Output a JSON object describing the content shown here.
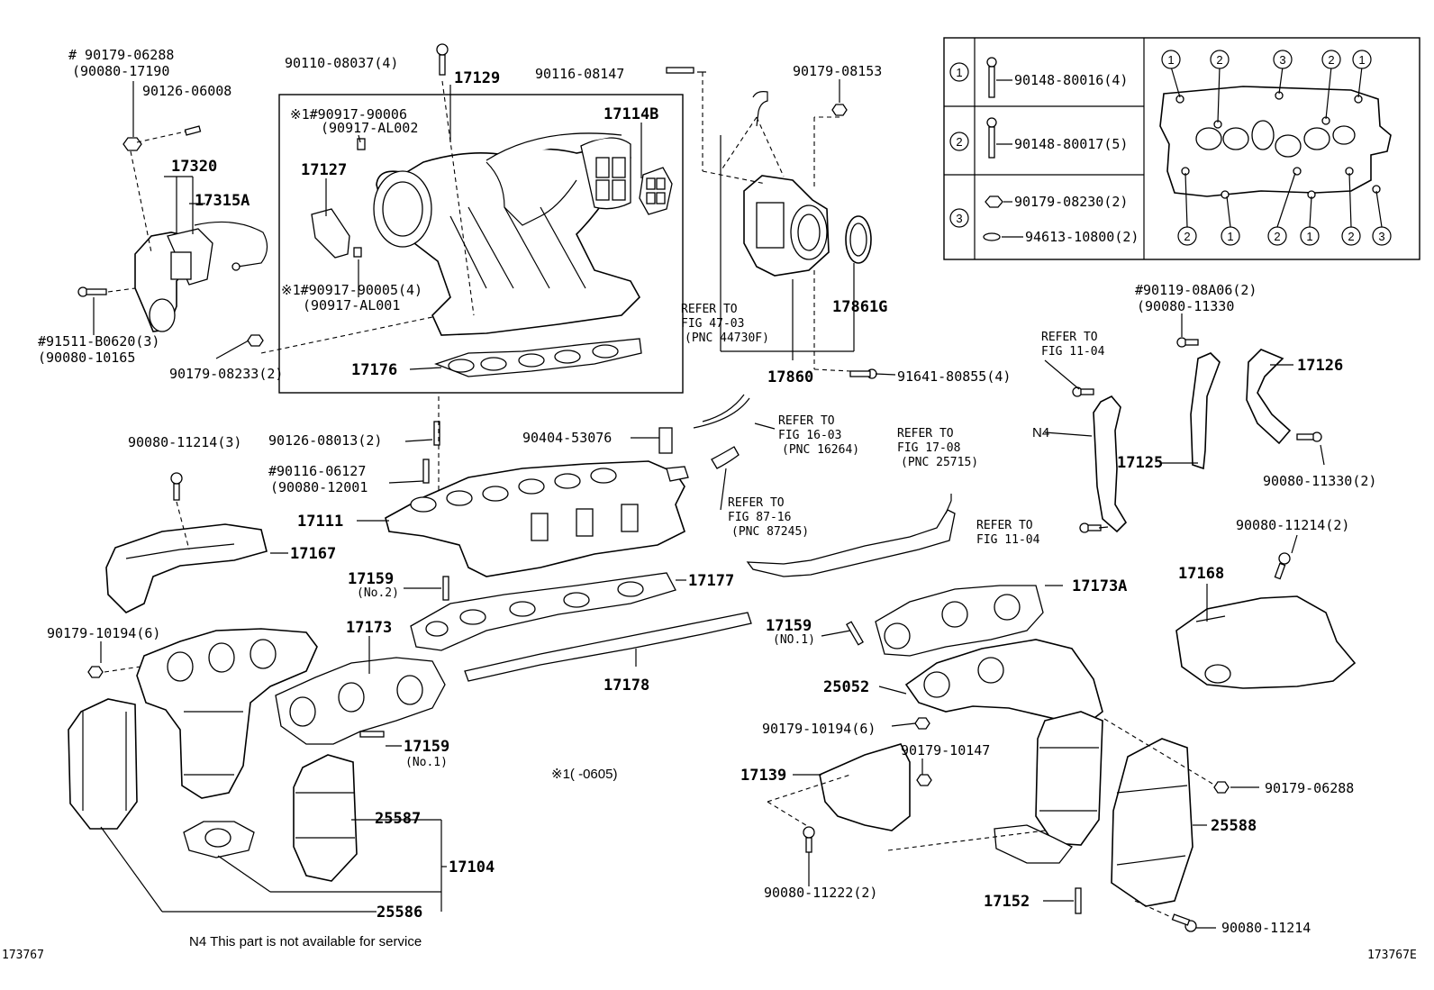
{
  "labels": {
    "p90179_06288_top": "# 90179-06288",
    "p90080_17190": "(90080-17190",
    "p90126_06008": "90126-06008",
    "p17320": "17320",
    "p17315A": "17315A",
    "p91511": "#91511-B0620(3)",
    "p90080_10165": "(90080-10165",
    "p90179_08233": "90179-08233(2)",
    "p90110": "90110-08037(4)",
    "p17129": "17129",
    "p90917_90006": "※1#90917-90006",
    "p90917_AL002": "(90917-AL002",
    "p17127": "17127",
    "p90917_90005": "※1#90917-90005(4)",
    "p90917_AL001": "(90917-AL001",
    "p17114B": "17114B",
    "p17176": "17176",
    "p90116_08147": "90116-08147",
    "p90179_08153": "90179-08153",
    "refer_47_a": "REFER TO",
    "refer_47_b": "FIG 47-03",
    "refer_47_c": "(PNC 44730F)",
    "p17861G": "17861G",
    "p17860": "17860",
    "p91641": "91641-80855(4)",
    "legend_1_part": "90148-80016(4)",
    "legend_2_part": "90148-80017(5)",
    "legend_3_part_a": "90179-08230(2)",
    "legend_3_part_b": "94613-10800(2)",
    "p90119_08A06": "#90119-08A06(2)",
    "p90080_11330_a": "(90080-11330",
    "refer_11_a": "REFER TO",
    "refer_11_b": "FIG 11-04",
    "n4": "N4",
    "p17126": "17126",
    "p17125": "17125",
    "p90080_11330_b": "90080-11330(2)",
    "refer_11c_a": "REFER TO",
    "refer_11c_b": "FIG 11-04",
    "p90080_11214_3": "90080-11214(3)",
    "p90126_08013": "90126-08013(2)",
    "p90116_06127": "#90116-06127",
    "p90080_12001": "(90080-12001",
    "p90404": "90404-53076",
    "refer_16_a": "REFER TO",
    "refer_16_b": "FIG 16-03",
    "refer_16_c": "(PNC 16264)",
    "refer_17_a": "REFER TO",
    "refer_17_b": "FIG 17-08",
    "refer_17_c": "(PNC 25715)",
    "refer_87_a": "REFER TO",
    "refer_87_b": "FIG 87-16",
    "refer_87_c": "(PNC 87245)",
    "p17111": "17111",
    "p17167": "17167",
    "p17159_no2": "17159",
    "p17159_no2_sub": "(No.2)",
    "p17177": "17177",
    "p90179_10194_l": "90179-10194(6)",
    "p17173": "17173",
    "p17178": "17178",
    "p17159_no1_r": "17159",
    "p17159_no1_r_sub": "(NO.1)",
    "p17173A": "17173A",
    "p90080_11214_2": "90080-11214(2)",
    "p17168": "17168",
    "p25052": "25052",
    "p17159_no1_l": "17159",
    "p17159_no1_l_sub": "(No.1)",
    "p90179_10194_r": "90179-10194(6)",
    "p90179_10147": "90179-10147",
    "p17139": "17139",
    "note_1": "※1(     -0605)",
    "p90179_06288_r": "90179-06288",
    "p25587": "25587",
    "p17104": "17104",
    "p25588": "25588",
    "p25586": "25586",
    "p90080_11222": "90080-11222(2)",
    "p17152": "17152",
    "p90080_11214_1": "90080-11214",
    "footnote": "N4  This part is not available for service",
    "code_left": "173767",
    "code_right": "173767E"
  },
  "legend": {
    "rows": [
      "1",
      "2",
      "3"
    ],
    "pattern_top": [
      "1",
      "2",
      "3",
      "2",
      "1"
    ],
    "pattern_bottom": [
      "2",
      "1",
      "2",
      "1",
      "2",
      "3"
    ]
  }
}
